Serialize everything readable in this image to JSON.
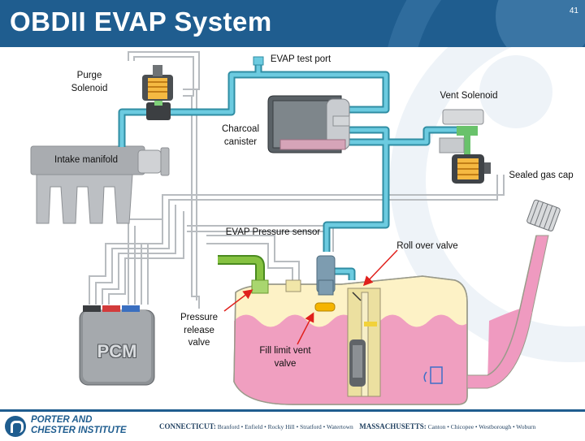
{
  "slide": {
    "title": "OBDII EVAP System",
    "number": "41"
  },
  "labels": {
    "purge_solenoid": "Purge Solenoid",
    "evap_test_port": "EVAP test port",
    "vent_solenoid": "Vent Solenoid",
    "charcoal_canister": "Charcoal canister",
    "intake_manifold": "Intake manifold",
    "sealed_gas_cap": "Sealed gas cap",
    "evap_pressure_sensor": "EVAP Pressure sensor",
    "roll_over_valve": "Roll over valve",
    "pressure_release_valve": "Pressure release valve",
    "fill_limit_vent_valve": "Fill limit vent valve",
    "pcm": "PCM"
  },
  "footer": {
    "institute_line1": "PORTER AND",
    "institute_line2": "CHESTER INSTITUTE",
    "ct_state": "CONNECTICUT:",
    "ct_campuses": "Branford • Enfield • Rocky Hill • Stratford • Watertown",
    "ma_state": "MASSACHUSETTS:",
    "ma_campuses": "Canton • Chicopee • Westborough • Woburn"
  },
  "colors": {
    "header": "#1f5d8f",
    "hose": "#4fb3c9",
    "fuel": "#ef9ac0",
    "tank": "#fdf2c6",
    "pointer_arrow": "#e0201c"
  },
  "icons": [
    "logo-icon"
  ]
}
